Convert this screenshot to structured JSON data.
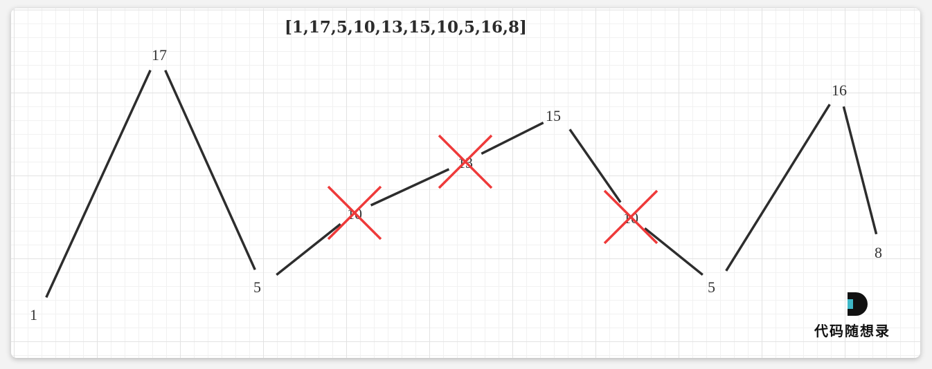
{
  "title": "[1,17,5,10,13,15,10,5,16,8]",
  "sequence": [
    1,
    17,
    5,
    10,
    13,
    15,
    10,
    5,
    16,
    8
  ],
  "crossed_out_indices": [
    3,
    4,
    6
  ],
  "colors": {
    "line": "#2d2d2d",
    "cross": "#ee3a3a",
    "logo_dark": "#111111",
    "logo_accent": "#3fb8c8"
  },
  "logo": {
    "letter": "D",
    "text": "代码随想录"
  }
}
